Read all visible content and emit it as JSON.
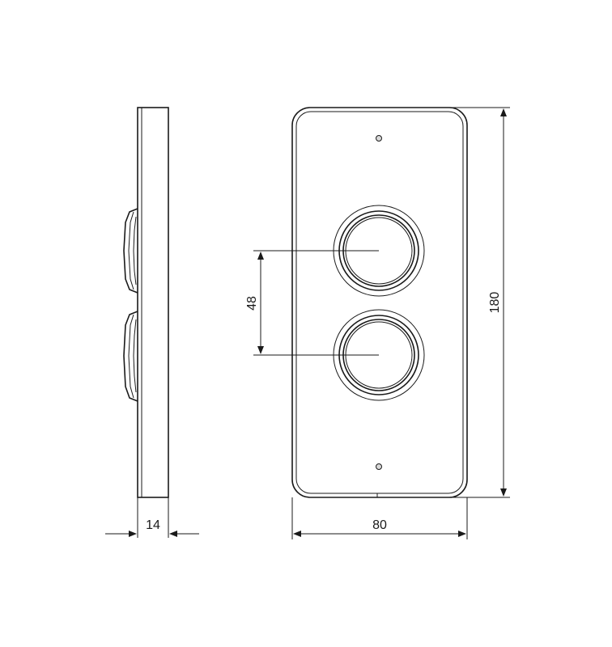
{
  "dimensions": {
    "depth": "14",
    "width": "80",
    "height": "180",
    "button_spacing": "48"
  }
}
